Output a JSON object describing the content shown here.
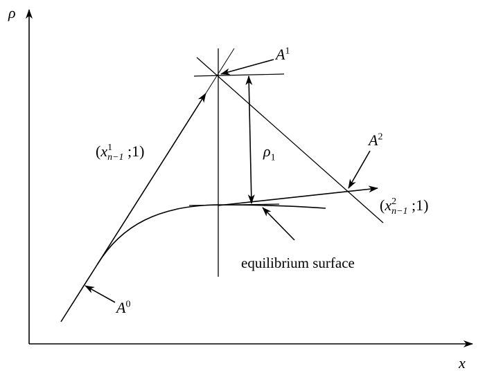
{
  "axes": {
    "y_label": "ρ",
    "x_label": "x"
  },
  "labels": {
    "A0": {
      "base": "A",
      "sup": "0"
    },
    "A1": {
      "base": "A",
      "sup": "1"
    },
    "A2": {
      "base": "A",
      "sup": "2"
    },
    "rho1": {
      "base": "ρ",
      "sub": "1"
    },
    "vec1": {
      "open": "(",
      "base": "x",
      "sup": "1",
      "sub": "n−1",
      "rest": " ;1)"
    },
    "vec2": {
      "open": "(",
      "base": "x",
      "sup": "2",
      "sub": "n−1",
      "rest": " ;1)"
    },
    "equilibrium": "equilibrium surface"
  }
}
